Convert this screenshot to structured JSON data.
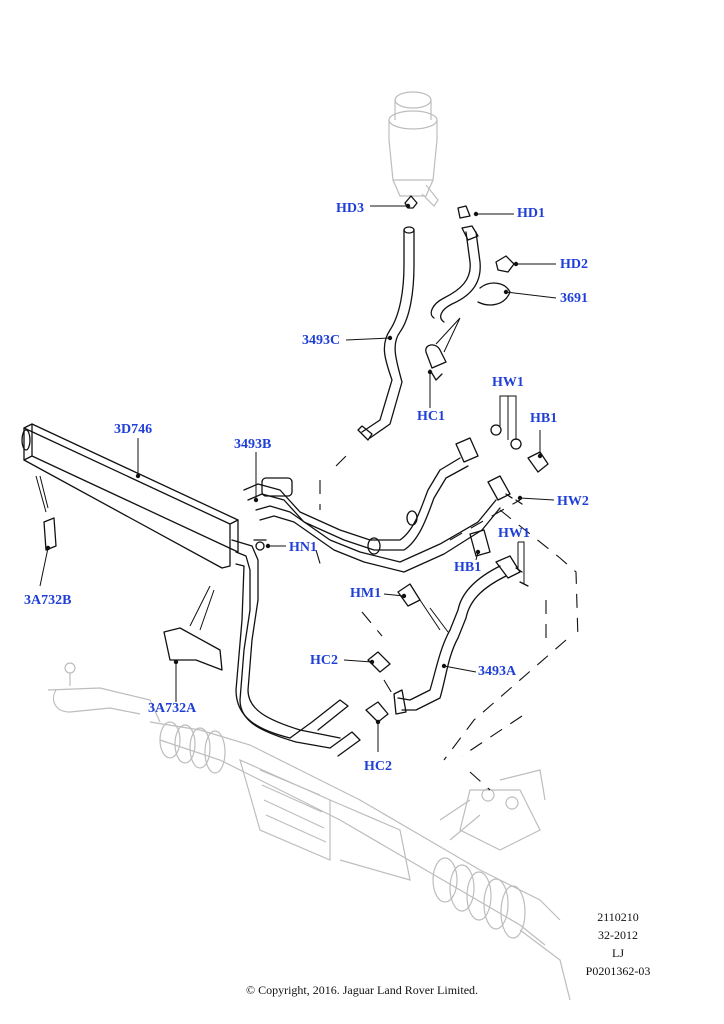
{
  "callouts": {
    "hd3": "HD3",
    "hd1": "HD1",
    "hd2": "HD2",
    "p3691": "3691",
    "p3493c": "3493C",
    "hc1": "HC1",
    "hw1_top": "HW1",
    "hb1_right": "HB1",
    "hw2": "HW2",
    "hw1_mid": "HW1",
    "hb1_left": "HB1",
    "p3d746": "3D746",
    "p3493b": "3493B",
    "hn1": "HN1",
    "hm1": "HM1",
    "p3a732b": "3A732B",
    "hc2_left": "HC2",
    "p3493a": "3493A",
    "p3a732a": "3A732A",
    "hc2_bottom": "HC2"
  },
  "stamp": {
    "line1": "2110210",
    "line2": "32-2012",
    "line3": "LJ",
    "line4": "P0201362-03"
  },
  "copyright": "© Copyright, 2016. Jaguar Land Rover Limited.",
  "colors": {
    "label": "#1f3fd6",
    "line": "#111111",
    "ghost": "#b8b8b8"
  }
}
